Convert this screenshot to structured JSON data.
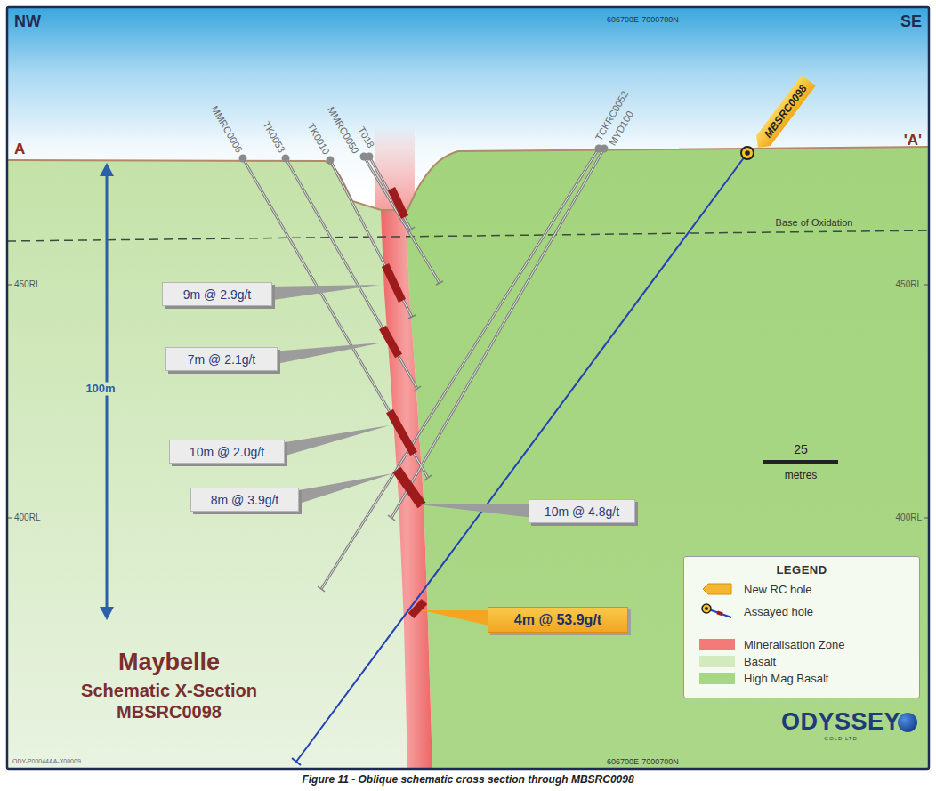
{
  "diagram": {
    "title": "Maybelle",
    "caption": "Figure 11 - Oblique schematic cross section through MBSRC0098",
    "nodes": [
      {
        "text": [
          "MBSRC0098"
        ]
      },
      {
        "text": [
          "9m @ 2.9g/t"
        ]
      },
      {
        "text": [
          "7m @ 2.1g/t"
        ]
      },
      {
        "text": [
          "10m @ 2.0g/t"
        ]
      },
      {
        "text": [
          "8m @ 3.9g/t"
        ]
      },
      {
        "text": [
          "10m @ 4.8g/t"
        ]
      },
      {
        "text": [
          "4m @ 53.9g/t"
        ]
      }
    ],
    "labels": [
      "NW",
      "SE",
      "606700E",
      "7000700N",
      "A",
      "'A'",
      "MMRC0006",
      "TK0053",
      "TK0010",
      "MMRC0050",
      "T018",
      "TCKRC0052",
      "MYD100",
      "Base of Oxidation",
      "450RL",
      "450RL",
      "100m",
      "25",
      "metres",
      "400RL",
      "400RL",
      "LEGEND",
      "Schematic X-Section",
      "MBSRC0098",
      "606700E",
      "7000700N",
      "ODY-P00044AA-X00009",
      "ODYSSEY",
      "GOLD LTD"
    ],
    "legend": [
      {
        "text": "New RC hole"
      },
      {
        "text": "Assayed hole"
      },
      {
        "text": "Mineralisation Zone",
        "color": "#f47a7a"
      },
      {
        "text": "Basalt",
        "color": "#d3eabf"
      },
      {
        "text": "High Mag Basalt",
        "color": "#a6d783"
      }
    ]
  }
}
